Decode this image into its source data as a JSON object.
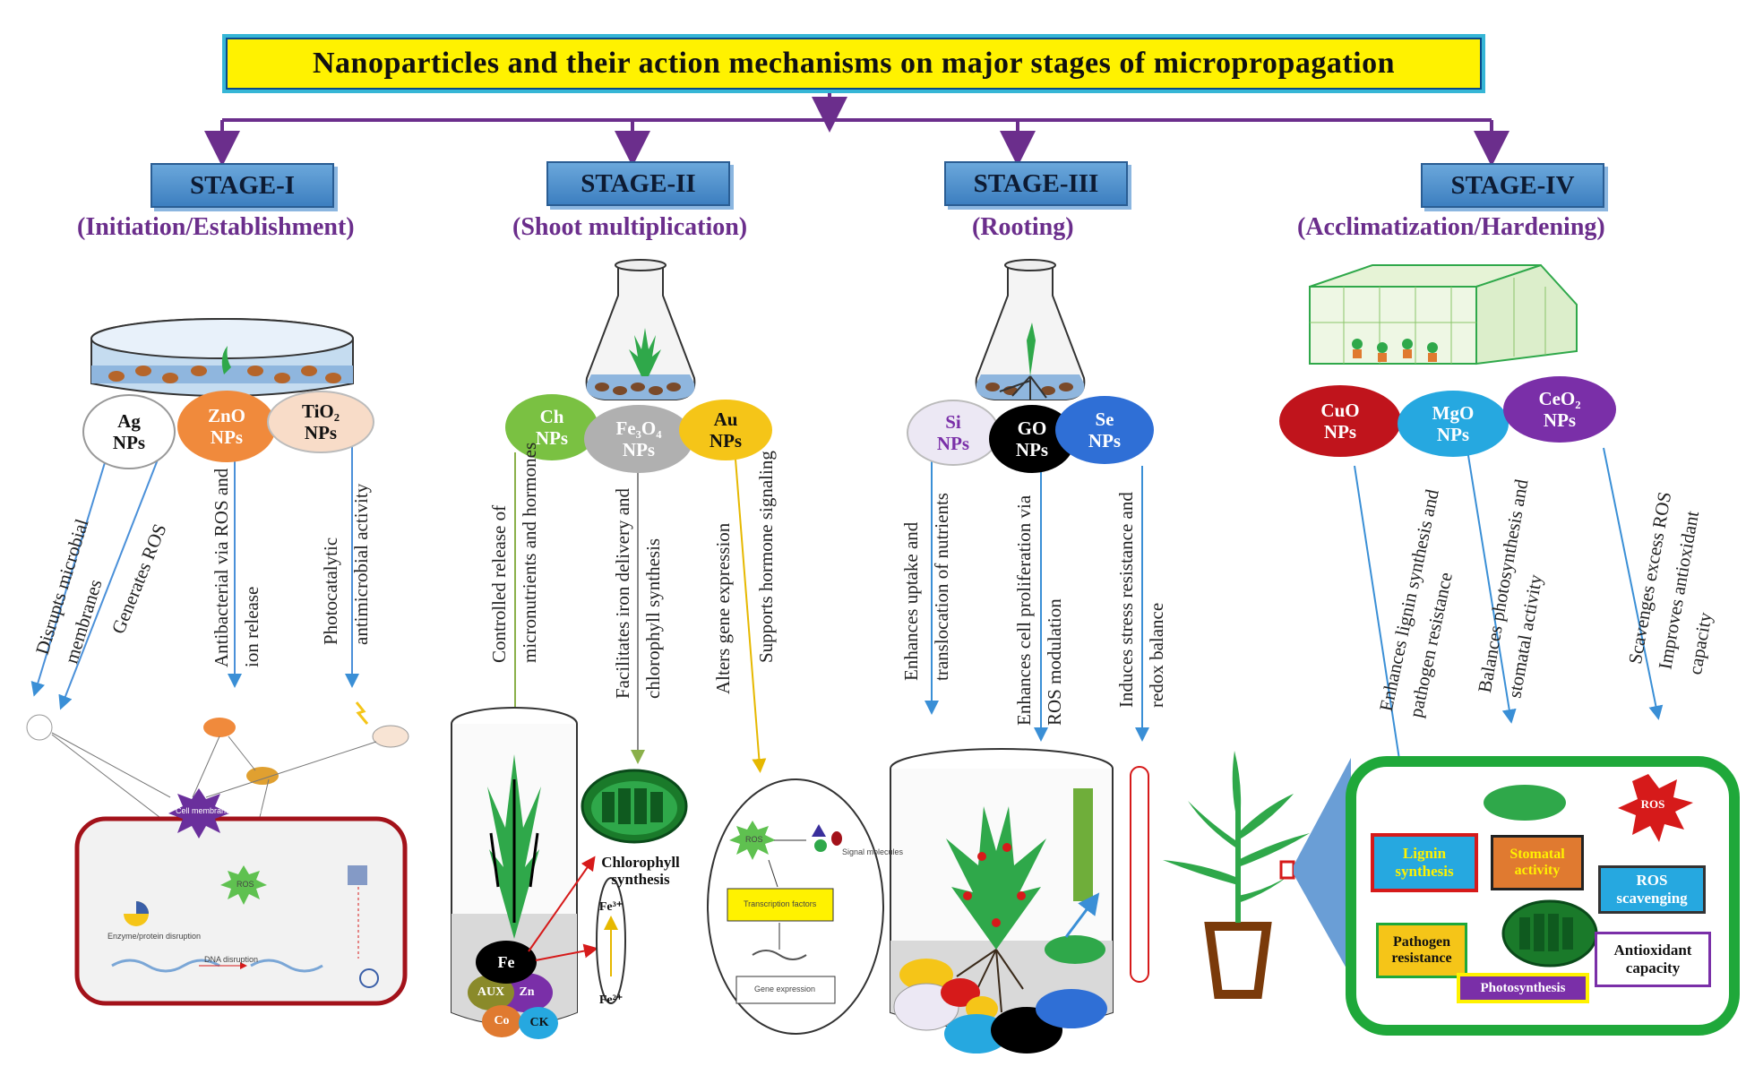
{
  "title": "Nanoparticles and their action mechanisms on major stages of micropropagation",
  "stages": [
    {
      "label": "STAGE-I",
      "subtitle": "(Initiation/Establishment)",
      "nps": [
        {
          "name": "Ag\nNPs",
          "color": "#ffffff"
        },
        {
          "name": "ZnO\nNPs",
          "color": "#f08a3c"
        },
        {
          "name": "TiO₂\nNPs",
          "color": "#f8dcc8"
        }
      ],
      "mechanisms": [
        "Disrupts microbial membranes",
        "Generates ROS",
        "Antibacterial via ROS and ion release",
        "Photocatalytic antimicrobial activity"
      ]
    },
    {
      "label": "STAGE-II",
      "subtitle": "(Shoot multiplication)",
      "nps": [
        {
          "name": "Ch\nNPs",
          "color": "#7ac142"
        },
        {
          "name": "Fe₃O₄\nNPs",
          "color": "#b0b0b0"
        },
        {
          "name": "Au\nNPs",
          "color": "#f5c518"
        }
      ],
      "mechanisms": [
        "Controlled release of micronutrients and hormones",
        "Facilitates iron delivery and chlorophyll synthesis",
        "Alters gene expression",
        "Supports hormone signaling"
      ]
    },
    {
      "label": "STAGE-III",
      "subtitle": "(Rooting)",
      "nps": [
        {
          "name": "Si\nNPs",
          "color": "#ece8f4"
        },
        {
          "name": "GO\nNPs",
          "color": "#000000"
        },
        {
          "name": "Se\nNPs",
          "color": "#2f6fd6"
        }
      ],
      "mechanisms": [
        "Enhances uptake and translocation of nutrients",
        "Enhances cell proliferation via ROS modulation",
        "Induces stress resistance and redox balance"
      ]
    },
    {
      "label": "STAGE-IV",
      "subtitle": "(Acclimatization/Hardening)",
      "nps": [
        {
          "name": "CuO\nNPs",
          "color": "#c0141c"
        },
        {
          "name": "MgO\nNPs",
          "color": "#26a8e0"
        },
        {
          "name": "CeO₂\nNPs",
          "color": "#7a2fa8"
        }
      ],
      "mechanisms": [
        "Enhances lignin synthesis and pathogen resistance",
        "Balances photosynthesis and stomatal activity",
        "Scavenges excess ROS Improves antioxidant capacity"
      ]
    }
  ],
  "stage2_illustration": {
    "chlorophyll": "Chlorophyll synthesis",
    "fe": "Fe",
    "aux": "AUX",
    "zn": "Zn",
    "co": "Co",
    "ck": "CK",
    "fe2": "Fe²⁺",
    "fe3": "Fe³⁺"
  },
  "stage2_cell": {
    "signal": "Signal molecules",
    "tf": "Transcription factors",
    "gene": "Gene expression",
    "ros": "ROS"
  },
  "stage1_cell": {
    "damage": "Cell membrane damage",
    "ros": "ROS",
    "protein": "Enzyme/protein disruption",
    "dna": "DNA disruption"
  },
  "stage4_effects": {
    "ros": "ROS",
    "lignin": "Lignin synthesis",
    "stomatal": "Stomatal activity",
    "scavenging": "ROS scavenging",
    "pathogen": "Pathogen resistance",
    "antioxidant": "Antioxidant capacity",
    "photosynthesis": "Photosynthesis"
  },
  "colors": {
    "title_bg": "#fff200",
    "title_border": "#36b6d6",
    "stage_box": "#4a8bc9",
    "subtitle": "#6b2e8c",
    "tree_line": "#6b2e8c",
    "stage4_frame": "#1fa83a"
  }
}
